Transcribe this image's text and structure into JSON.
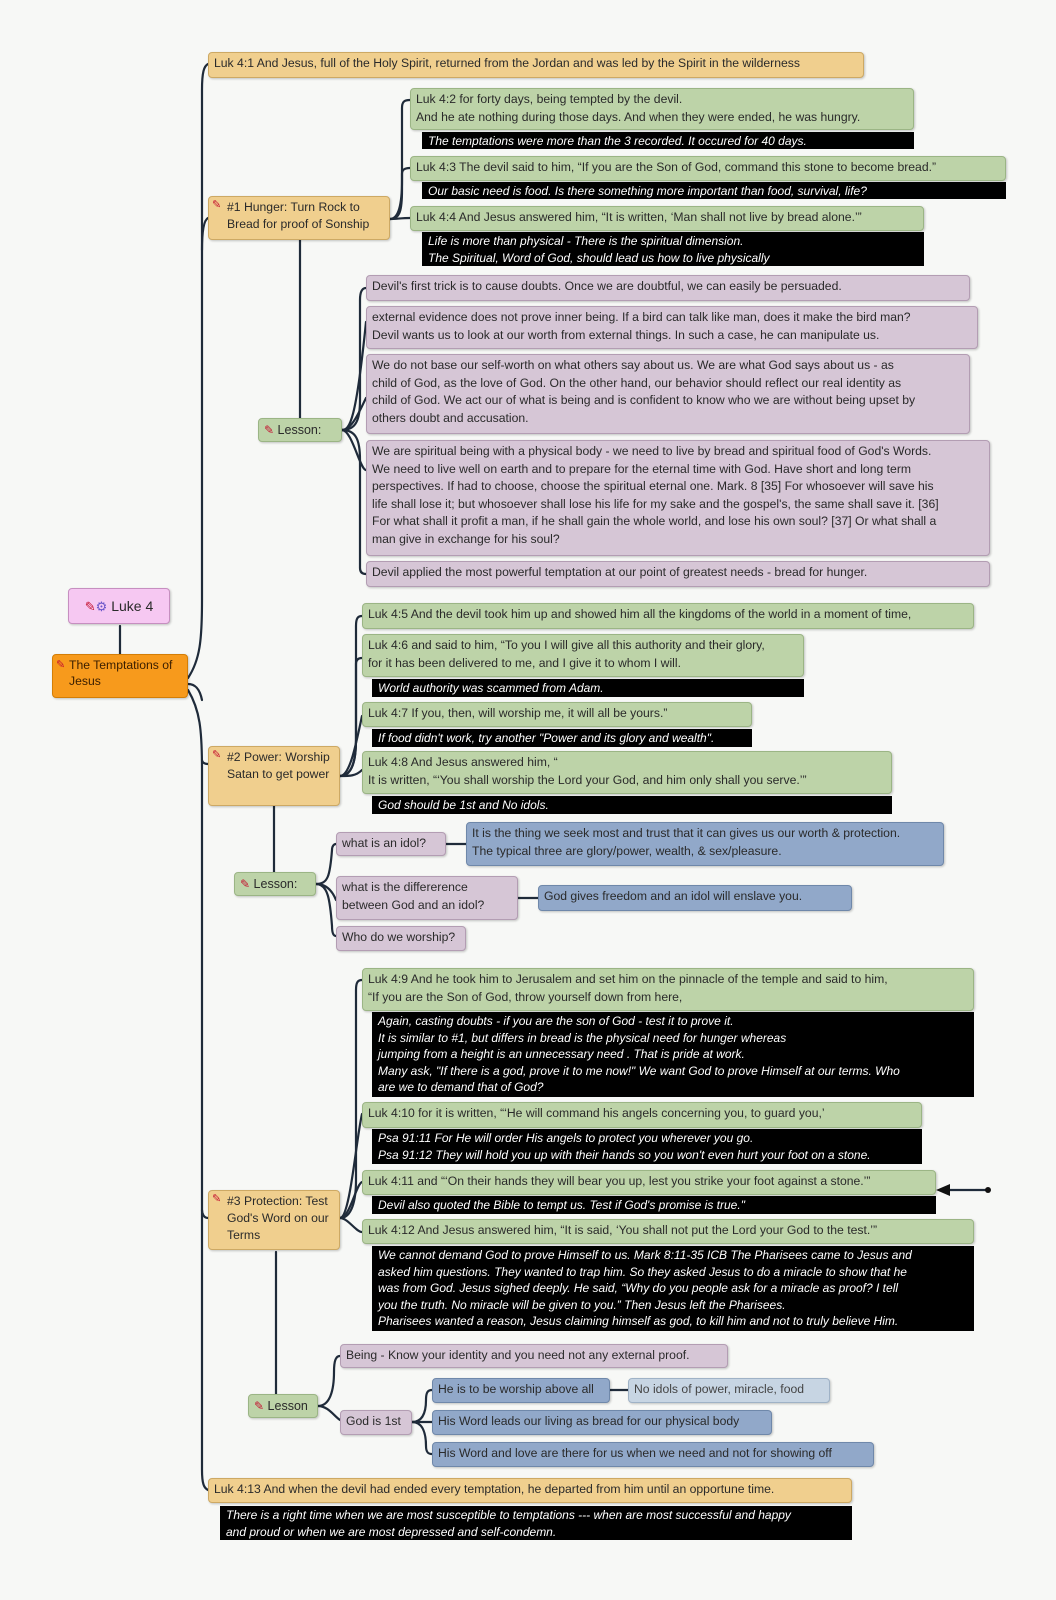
{
  "colors": {
    "verse": "#bdd3a8",
    "main": "#f0cf8e",
    "lesson": "#d6c6d6",
    "note": "#000000",
    "blue": "#91a8c9",
    "root": "#f6c8f2",
    "title": "#f79a1c"
  },
  "root": {
    "label": "Luke 4",
    "icons": [
      "pencil-icon",
      "gear-icon"
    ]
  },
  "title": {
    "label": "The Temptations of Jesus"
  },
  "intro": {
    "text": "Luk 4:1  And Jesus, full of the Holy Spirit, returned from the Jordan and was led by the Spirit in the wilderness"
  },
  "t1": {
    "label": "#1 Hunger: Turn Rock to Bread for proof of Sonship",
    "verses": [
      {
        "text": "Luk 4:2  for forty days, being tempted by the devil.\nAnd he ate nothing during those days. And when they were ended, he was hungry.",
        "note": "The temptations were more than the 3 recorded. It occured for 40 days."
      },
      {
        "text": "Luk 4:3  The devil said to him, “If you are the Son of God, command this stone to become bread.”",
        "note": "Our basic need is food. Is there something more important than food, survival, life?"
      },
      {
        "text": "Luk 4:4  And Jesus answered him, “It is written, ‘Man shall not live by bread alone.’”",
        "note": "Life is more than physical - There is the spiritual dimension.\nThe Spiritual, Word of God, should lead us how to live physically"
      }
    ],
    "lesson_label": "Lesson:",
    "lessons": [
      "Devil's first trick is to cause doubts. Once we are doubtful, we can easily be persuaded.",
      " external evidence does not prove inner being. If a bird can talk like man, does it make the bird man?\nDevil wants us to look at our worth from external things. In such a case, he can manipulate us.",
      "We do not base our self-worth on what others say about us. We are what God says about us - as\nchild of God, as the love of God. On the other hand, our behavior should reflect our real identity as\nchild of God. We act our of what is being and is confident to know who we are without being upset by\nothers doubt and accusation.",
      "We are spiritual being with a physical  body - we need to live by bread and spiritual food of God's Words.\nWe need to live well on earth and to prepare for the eternal time with God. Have short and long term\nperspectives. If had to choose, choose the spiritual eternal one. Mark. 8 [35] For whosoever will save his\nlife shall lose it; but whosoever shall lose his life for my sake and the gospel's, the same shall save it. [36]\nFor what shall it profit a man, if he shall gain the whole world, and lose his own soul? [37] Or what shall a\nman give in exchange for his soul?",
      "Devil applied the most powerful temptation at our point of greatest needs - bread for hunger."
    ]
  },
  "t2": {
    "label": "#2 Power: Worship Satan to get power",
    "verses": [
      {
        "text": "Luk 4:5  And the devil took him up and showed him all the kingdoms of the world in a moment of time,",
        "note": ""
      },
      {
        "text": "Luk 4:6  and said to him, “To you I will give all this authority and their glory,\nfor it has been delivered to me, and I give it to whom I will.",
        "note": "World authority was scammed from Adam."
      },
      {
        "text": "Luk 4:7  If you, then, will worship me, it will all be yours.”",
        "note": "If food didn't work, try another \"Power and its glory and wealth\"."
      },
      {
        "text": "Luk 4:8  And Jesus answered him, “\nIt is written, “‘You shall worship the Lord your God, and him only shall you serve.’”",
        "note": "God should be 1st and No idols."
      }
    ],
    "lesson_label": "Lesson:",
    "q1": "what is an idol?",
    "a1": "It is the thing we seek most and trust that it can gives us our worth & protection.\nThe typical three are glory/power, wealth, & sex/pleasure.",
    "q2": "what is the differerence\nbetween God and an idol?",
    "a2": "God gives freedom and an idol will enslave you.",
    "q3": "Who do we worship?"
  },
  "t3": {
    "label": "#3 Protection: Test God's Word on our Terms",
    "verses": [
      {
        "text": "Luk 4:9  And he took him to Jerusalem and set him on the pinnacle of the temple and said to him,\n “If you are the Son of God, throw yourself down from here,",
        "note": "Again, casting doubts - if you are the son of God - test it to prove it.\nIt is similar to #1, but differs in bread is the physical need for hunger whereas\njumping from a height is an unnecessary need . That is pride at work.\nMany ask, \"If there is a god, prove it to me now!\" We want God to prove Himself at our terms. Who\nare we to demand that of God?"
      },
      {
        "text": "Luk 4:10  for it is written, “‘He will command his angels concerning you, to guard you,’",
        "note": "Psa 91:11  For He will order His angels to protect you wherever you go.\nPsa 91:12  They will hold you up with their hands so you won't even hurt your foot on a stone."
      },
      {
        "text": "Luk 4:11  and “‘On their hands they will bear you up, lest you strike your foot against a stone.’”",
        "note": "Devil also quoted the Bible to tempt us. Test if God's promise is true.\""
      },
      {
        "text": "Luk 4:12  And Jesus answered him, “It is said, ‘You shall not put the Lord your God to the test.’”",
        "note": "We cannot demand God to prove Himself to us. Mark 8:11-35 ICB The Pharisees came to Jesus and\nasked him questions. They wanted to trap him. So they asked Jesus to do a miracle to show that he\nwas from God. Jesus sighed deeply. He said,   “Why do you people ask for a miracle as proof? I tell\nyou the truth. No miracle will be given to you.”   Then Jesus left the Pharisees.\nPharisees wanted a reason, Jesus claiming himself as god, to kill him and not to truly believe Him."
      }
    ],
    "lesson_label": "Lesson",
    "being": "Being - Know your identity and you need not any external proof.",
    "god_first": "God is 1st",
    "g1": "He is to be worship above all",
    "g1b": "No idols of power, miracle, food",
    "g2": "His Word leads our living as bread for our physical body",
    "g3": "His Word and love are there for us when we need and not for showing off"
  },
  "outro": {
    "text": "Luk 4:13  And when the devil had ended every temptation, he departed from him until an opportune time.",
    "note": "There is a right time when we are most susceptible to temptations --- when are most successful and happy\nand proud  or when we are most depressed and self-condemn."
  }
}
